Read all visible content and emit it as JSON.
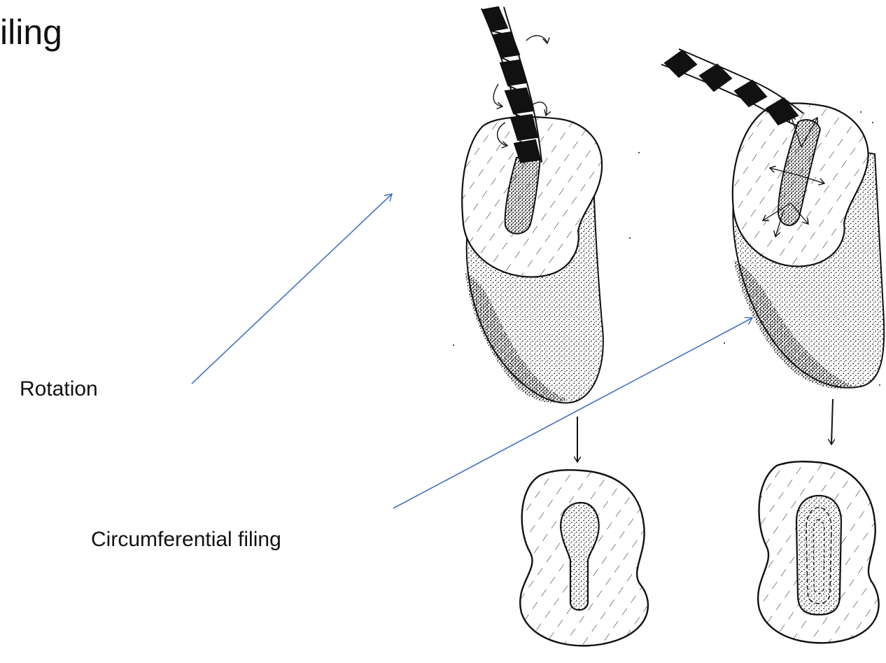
{
  "slide": {
    "title": "iling",
    "labels": {
      "rotation": "Rotation",
      "circumferential": "Circumferential filing"
    }
  },
  "colors": {
    "arrow": "#4472C4",
    "ink": "#111111",
    "background": "#ffffff"
  },
  "figure": {
    "illustration": "Two hand-drawn drill tips (rotation and circumferential filing) above cross-section outlines of resulting holes"
  }
}
